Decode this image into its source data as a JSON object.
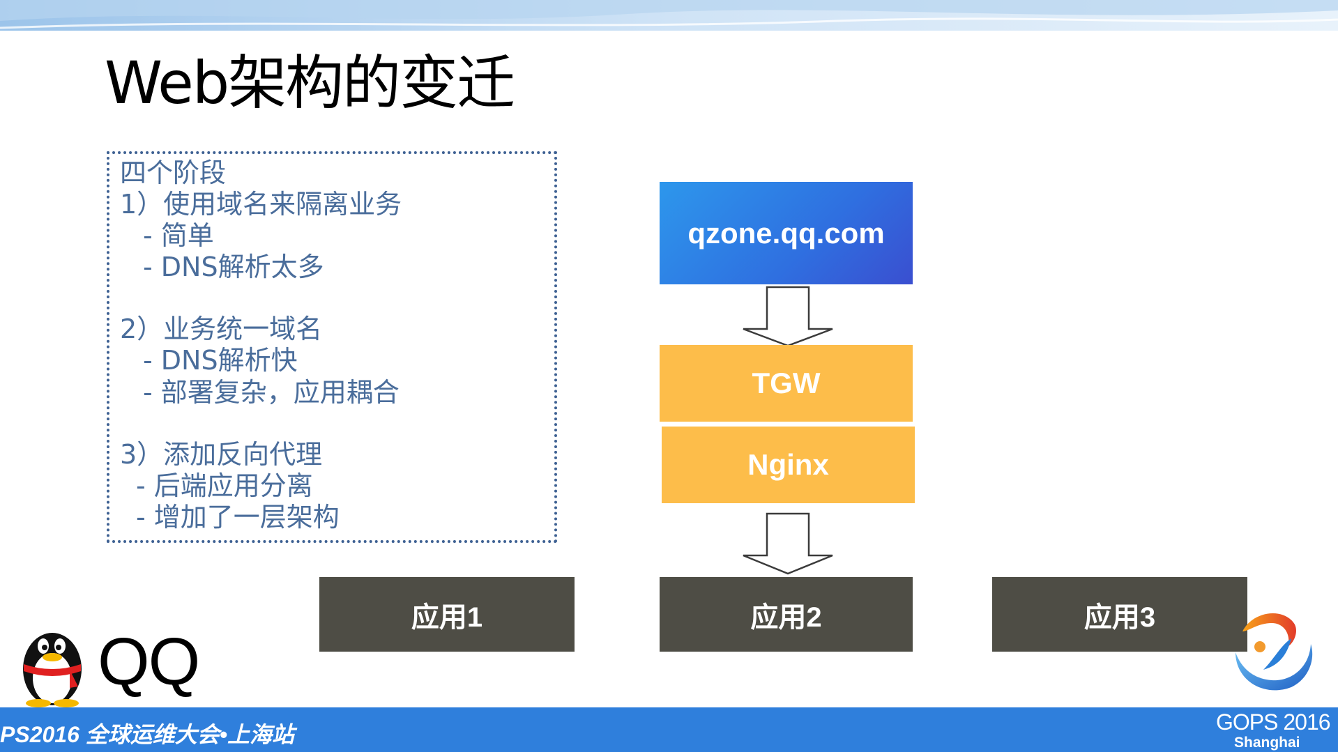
{
  "slide": {
    "title": "Web架构的变迁"
  },
  "stages": {
    "lines": [
      "四个阶段",
      "1）使用域名来隔离业务",
      "- 简单",
      "- DNS解析太多",
      "2）业务统一域名",
      "- DNS解析快",
      "- 部署复杂，应用耦合",
      "3）添加反向代理",
      "- 后端应用分离",
      "- 增加了一层架构"
    ]
  },
  "diagram": {
    "domain": "qzone.qq.com",
    "tgw": "TGW",
    "nginx": "Nginx",
    "apps": [
      "应用1",
      "应用2",
      "应用3"
    ],
    "colors": {
      "domain_box": "#2f7fe4",
      "proxy_box": "#fdbd4a",
      "app_box": "#4e4d45"
    }
  },
  "logos": {
    "qq_text": "QQ",
    "qq_icon": "qq-penguin-icon",
    "gops_icon": "gops-swirl-logo"
  },
  "footer": {
    "left_text": "PS2016 全球运维大会•上海站",
    "brand": "GOPS 2016",
    "city": "Shanghai",
    "color": "#2f7fdc"
  }
}
